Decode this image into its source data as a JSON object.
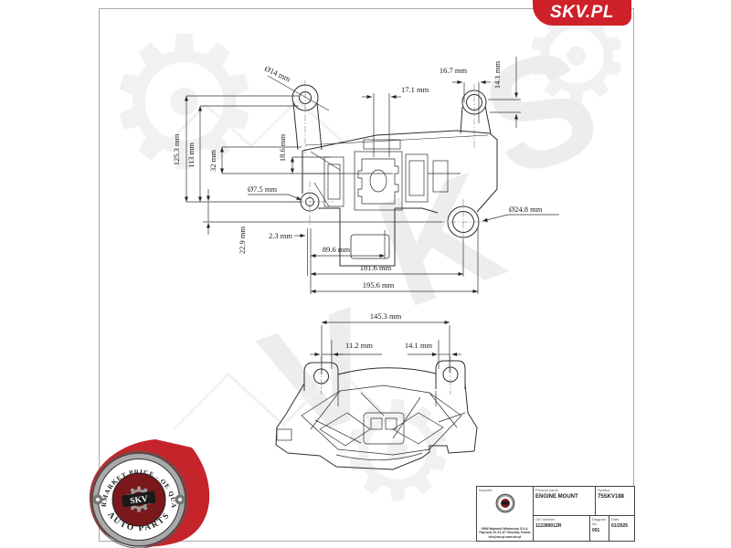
{
  "header": {
    "logo_text": "SKV.PL"
  },
  "colors": {
    "accent_red": "#cf2129",
    "badge_maroon": "#7a181b",
    "line": "#2e2e2e"
  },
  "watermark": {
    "letter1": "S",
    "letter2": "K",
    "letter3": "V",
    "gear_glyph": "⚙"
  },
  "views": {
    "view1": {
      "d14": "Ø14 mm",
      "d16_7": "16.7 mm",
      "d14_1": "14.1 mm",
      "d17_1": "17.1 mm",
      "d125_3": "125.3 mm",
      "d113": "113 mm",
      "d32": "32 mm",
      "d18_6": "18.6 mm",
      "d7_5": "Ø7.5 mm",
      "d22_9": "22.9 mm",
      "d2_3": "2.3 mm",
      "d89_6": "89.6 mm",
      "d181_6": "181.6 mm",
      "d195_6": "195.6 mm",
      "d24_8": "Ø24.8 mm"
    },
    "view2": {
      "d145_3": "145.3 mm",
      "d11_2": "11.2 mm",
      "d14_1": "14.1 mm"
    }
  },
  "badge": {
    "arc_top": "AFTERMARKET PRICE - OE QUALITY",
    "arc_bottom": "AUTO PARTS",
    "center_label": "SKV",
    "gear_glyph": "⚙"
  },
  "title_block": {
    "importer_label": "Importer",
    "product_label": "Product name",
    "product_value": "ENGINE MOUNT",
    "symbol_label": "Symbol",
    "symbol_value": "75SKV188",
    "oe_label": "OE Number",
    "oe_value": "112289012R",
    "diagram_label": "Diagram No",
    "diagram_value": "001",
    "date_label": "Date",
    "date_value": "01/2025",
    "company_line1": "GMW Majewski Włodarczyk S.K.A.",
    "company_line2": "Paprotna 43, 51-117 Wrocław, Poland",
    "company_line3": "info@skv.pl  www.skv.pl"
  }
}
